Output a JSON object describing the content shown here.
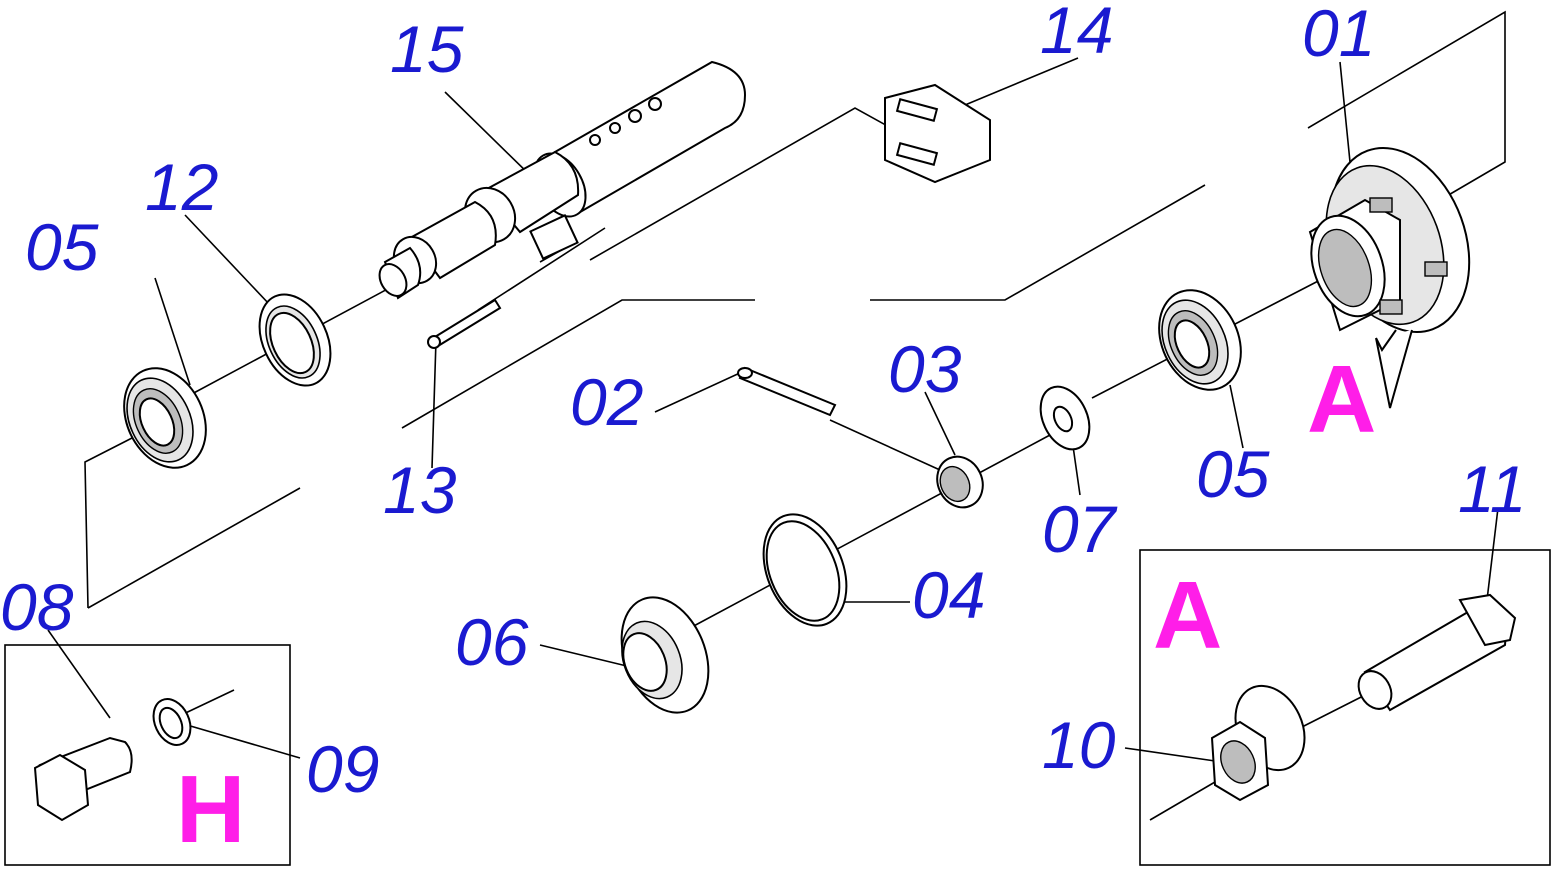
{
  "callouts": {
    "c01": "01",
    "c02": "02",
    "c03": "03",
    "c04": "04",
    "c05a": "05",
    "c05b": "05",
    "c06": "06",
    "c07": "07",
    "c08": "08",
    "c09": "09",
    "c10": "10",
    "c11": "11",
    "c12": "12",
    "c13": "13",
    "c14": "14",
    "c15": "15"
  },
  "detail_letters": {
    "a_main": "A",
    "a_box": "A",
    "h_box": "H"
  },
  "colors": {
    "callout": "#1a1ad0",
    "detail_letter": "#ff1ee8",
    "line": "#000000"
  }
}
